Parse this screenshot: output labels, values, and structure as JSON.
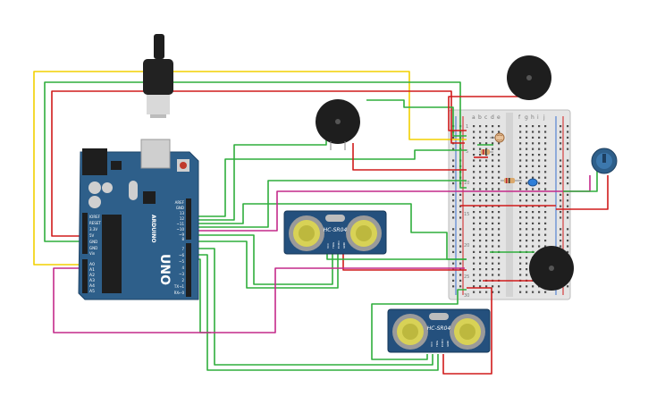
{
  "arduino": {
    "model": "UNO",
    "brand": "ARDUINO",
    "power_pins": [
      "IOREF",
      "RESET",
      "3.3V",
      "5V",
      "GND",
      "GND",
      "Vin"
    ],
    "analog_pins": [
      "A0",
      "A1",
      "A2",
      "A3",
      "A4",
      "A5"
    ],
    "digital_pins_top": [
      "AREF",
      "GND",
      "13",
      "12",
      "~11",
      "~10",
      "~9",
      "8"
    ],
    "digital_pins_bottom": [
      "7",
      "~6",
      "~5",
      "4",
      "~3",
      "2",
      "TX→1",
      "RX←0"
    ]
  },
  "sensors": [
    {
      "label": "HC-SR04",
      "pins": [
        "VCC",
        "TRIG",
        "ECHO",
        "GND"
      ]
    },
    {
      "label": "HC-SR04",
      "pins": [
        "VCC",
        "TRIG",
        "ECHO",
        "GND"
      ]
    }
  ],
  "breadboard": {
    "letters_left": [
      "a",
      "b",
      "c",
      "d",
      "e"
    ],
    "letters_right": [
      "f",
      "g",
      "h",
      "i",
      "j"
    ],
    "row_numbers": [
      "1",
      "5",
      "10",
      "15",
      "20",
      "25",
      "30"
    ]
  },
  "colors": {
    "wire_green": "#2fae3c",
    "wire_red": "#d01b1b",
    "wire_yellow": "#f2d000",
    "wire_magenta": "#c42a8a",
    "board_blue": "#2e5f8a",
    "sensor_blue": "#24507d"
  }
}
